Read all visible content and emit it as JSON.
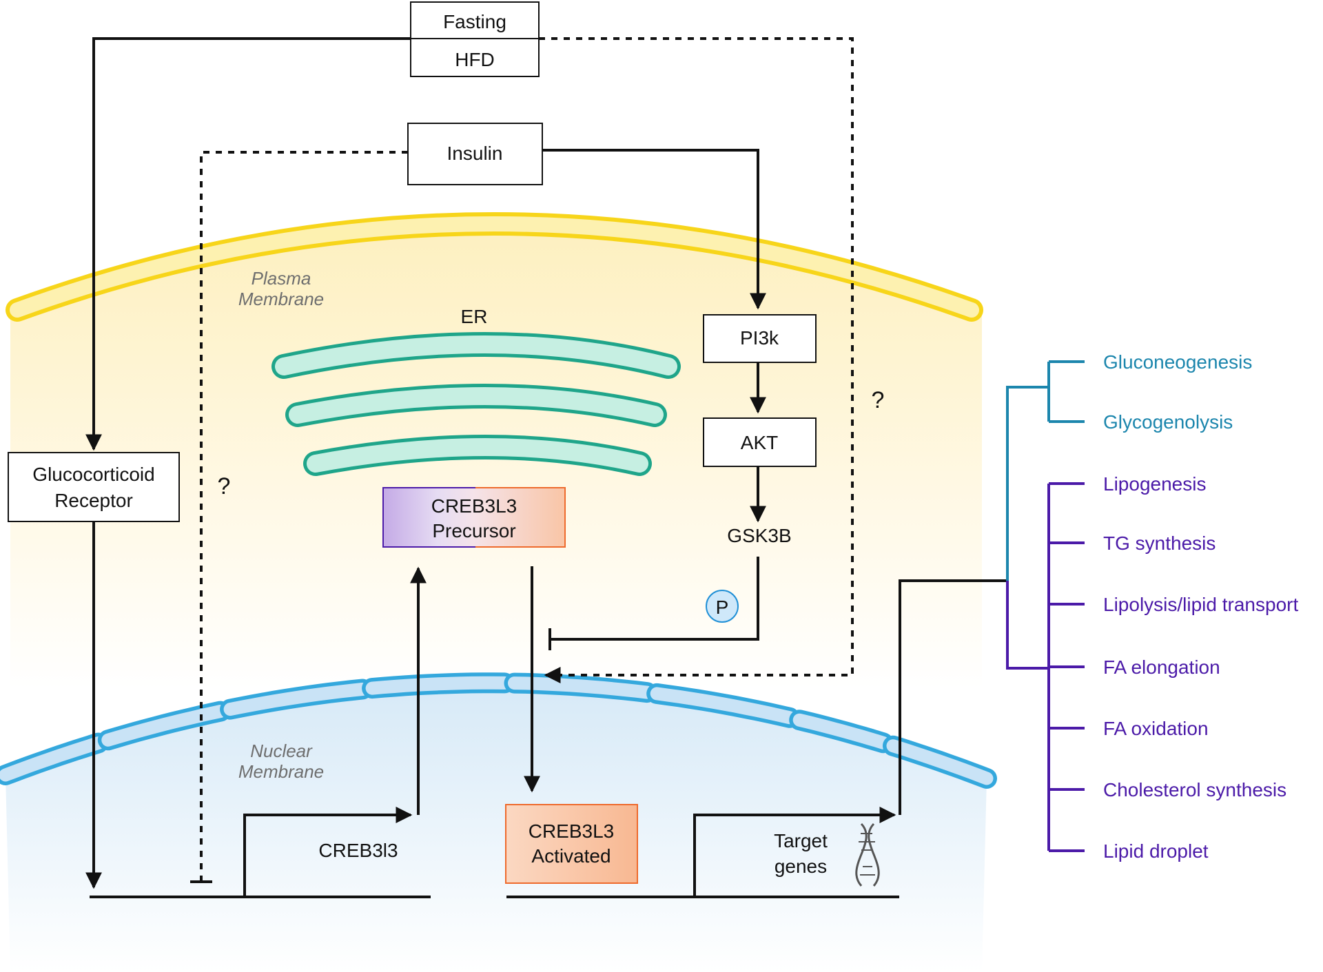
{
  "colors": {
    "plasma_membrane": "#f7d51a",
    "plasma_membrane_fill": "#fdf1b0",
    "er_stroke": "#1fa58a",
    "er_fill": "#c6efe2",
    "nuclear_membrane": "#34a8dd",
    "nuclear_membrane_fill": "#c9e3f6",
    "glucose_branch": "#1c86ad",
    "lipid_branch": "#4b1aa8",
    "activated_fill": "#f9c7a8",
    "activated_stroke": "#ee6a2c",
    "precursor_left": "#c7b0e6",
    "precursor_right": "#f9cdb2"
  },
  "inputs": {
    "fasting": "Fasting",
    "hfd": "HFD",
    "insulin": "Insulin"
  },
  "membranes": {
    "plasma_line1": "Plasma",
    "plasma_line2": "Membrane",
    "nuclear_line1": "Nuclear",
    "nuclear_line2": "Membrane"
  },
  "er": {
    "label": "ER"
  },
  "glucocorticoid": {
    "line1": "Glucocorticoid",
    "line2": "Receptor"
  },
  "pathway": {
    "pi3k": "PI3k",
    "akt": "AKT",
    "gsk3b": "GSK3B",
    "phospho": "P"
  },
  "precursor": {
    "line1": "CREB3L3",
    "line2": "Precursor"
  },
  "activated": {
    "line1": "CREB3L3",
    "line2": "Activated"
  },
  "gene": {
    "creb3l3": "CREB3l3",
    "target_line1": "Target",
    "target_line2": "genes"
  },
  "unknown_mark": "?",
  "outcomes": {
    "glucose": [
      "Gluconeogenesis",
      "Glycogenolysis"
    ],
    "lipid": [
      "Lipogenesis",
      "TG synthesis",
      "Lipolysis/lipid transport",
      "FA elongation",
      "FA oxidation",
      "Cholesterol synthesis",
      "Lipid droplet"
    ]
  }
}
